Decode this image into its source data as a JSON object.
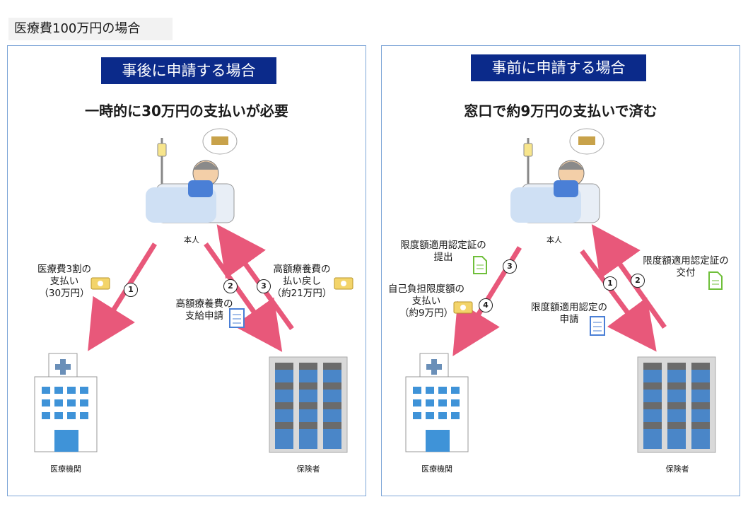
{
  "top_label": "医療費100万円の場合",
  "left": {
    "banner": "事後に申請する場合",
    "headline": "一時的に30万円の支払いが必要",
    "patient_label": "本人",
    "hospital_label": "医療機関",
    "insurer_label": "保険者",
    "step1_num": "1",
    "step1_line1": "医療費3割の",
    "step1_line2": "支払い",
    "step1_line3": "（30万円）",
    "step2_num": "2",
    "step2_line1": "高額療養費の",
    "step2_line2": "支給申請",
    "step3_num": "3",
    "step3_line1": "高額療養費の",
    "step3_line2": "払い戻し",
    "step3_line3": "（約21万円）"
  },
  "right": {
    "banner": "事前に申請する場合",
    "headline": "窓口で約9万円の支払いで済む",
    "patient_label": "本人",
    "hospital_label": "医療機関",
    "insurer_label": "保険者",
    "step1_num": "1",
    "step1_line1": "限度額適用認定の",
    "step1_line2": "申請",
    "step2_num": "2",
    "step2_line1": "限度額適用認定証の",
    "step2_line2": "交付",
    "step3_num": "3",
    "step3_line1": "限度額適用認定証の",
    "step3_line2": "提出",
    "step4_num": "4",
    "step4_line1": "自己負担限度額の",
    "step4_line2": "支払い",
    "step4_line3": "（約9万円）"
  },
  "colors": {
    "banner": "#0b2a8a",
    "arrow": "#e8587a",
    "border": "#7ea6d8"
  },
  "icons": [
    "patient-in-bed-icon",
    "hospital-building-icon",
    "insurer-building-icon",
    "money-icon",
    "document-icon",
    "checklist-icon"
  ]
}
